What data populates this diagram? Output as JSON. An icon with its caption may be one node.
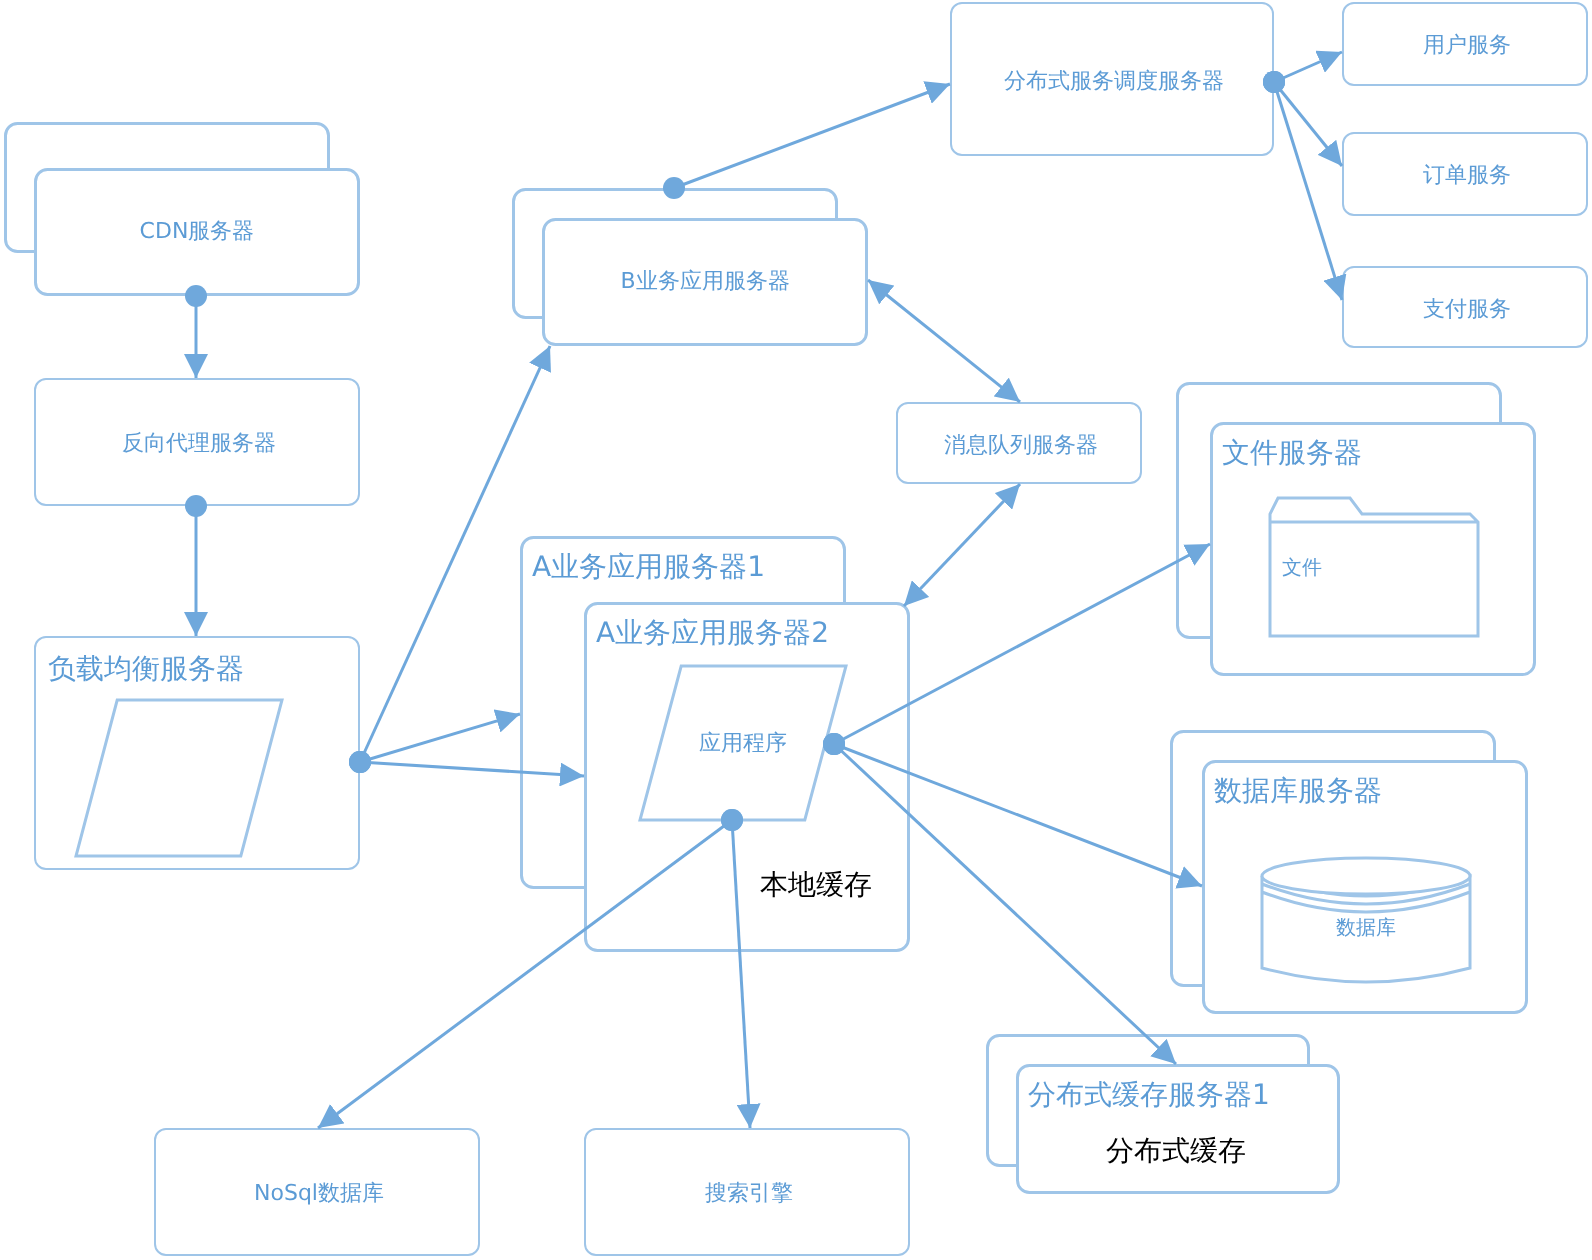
{
  "diagram": {
    "nodes": [
      {
        "text": [
          "CDN服务器"
        ]
      },
      {
        "text": [
          "反向代理服务器"
        ]
      },
      {
        "text": [
          "负载均衡服务器"
        ]
      },
      {
        "text": [],
        "shape": "parallelogram",
        "in": 2
      },
      {
        "text": [
          "B业务应用服务器"
        ]
      },
      {
        "text": [
          "分布式服务调度服务器"
        ]
      },
      {
        "text": [
          "用户服务"
        ]
      },
      {
        "text": [
          "订单服务"
        ]
      },
      {
        "text": [
          "支付服务"
        ]
      },
      {
        "text": [
          "消息队列服务器"
        ]
      },
      {
        "text": [
          "A业务应用服务器1",
          "A业务应用服务器2",
          "本地缓存"
        ]
      },
      {
        "text": [
          "应用程序"
        ],
        "in": 10
      },
      {
        "text": [
          "文件服务器"
        ]
      },
      {
        "text": [
          "文件"
        ],
        "in": 12
      },
      {
        "text": [
          "数据库服务器"
        ]
      },
      {
        "text": [
          "数据库"
        ],
        "in": 14
      },
      {
        "text": [
          "分布式缓存服务器1",
          "分布式缓存"
        ]
      },
      {
        "text": [
          "NoSql数据库"
        ]
      },
      {
        "text": [
          "搜索引擎"
        ]
      }
    ],
    "edges": [
      {
        "from": 0,
        "to": 1,
        "arrow": "to"
      },
      {
        "from": 1,
        "to": 2,
        "arrow": "to"
      },
      {
        "from": 2,
        "to": 4,
        "arrow": "to"
      },
      {
        "from": 2,
        "to": 10,
        "arrow": "to"
      },
      {
        "from": 2,
        "to": 10,
        "arrow": "to"
      },
      {
        "from": 4,
        "to": 5,
        "arrow": "to"
      },
      {
        "from": 5,
        "to": 6,
        "arrow": "to"
      },
      {
        "from": 5,
        "to": 7,
        "arrow": "to"
      },
      {
        "from": 5,
        "to": 8,
        "arrow": "to"
      },
      {
        "from": 4,
        "to": 9,
        "arrow": "both"
      },
      {
        "from": 9,
        "to": 10,
        "arrow": "both"
      },
      {
        "from": 11,
        "to": 12,
        "arrow": "to"
      },
      {
        "from": 11,
        "to": 14,
        "arrow": "to"
      },
      {
        "from": 11,
        "to": 16,
        "arrow": "to"
      },
      {
        "from": 11,
        "to": 17,
        "arrow": "to"
      },
      {
        "from": 11,
        "to": 18,
        "arrow": "to"
      }
    ]
  }
}
